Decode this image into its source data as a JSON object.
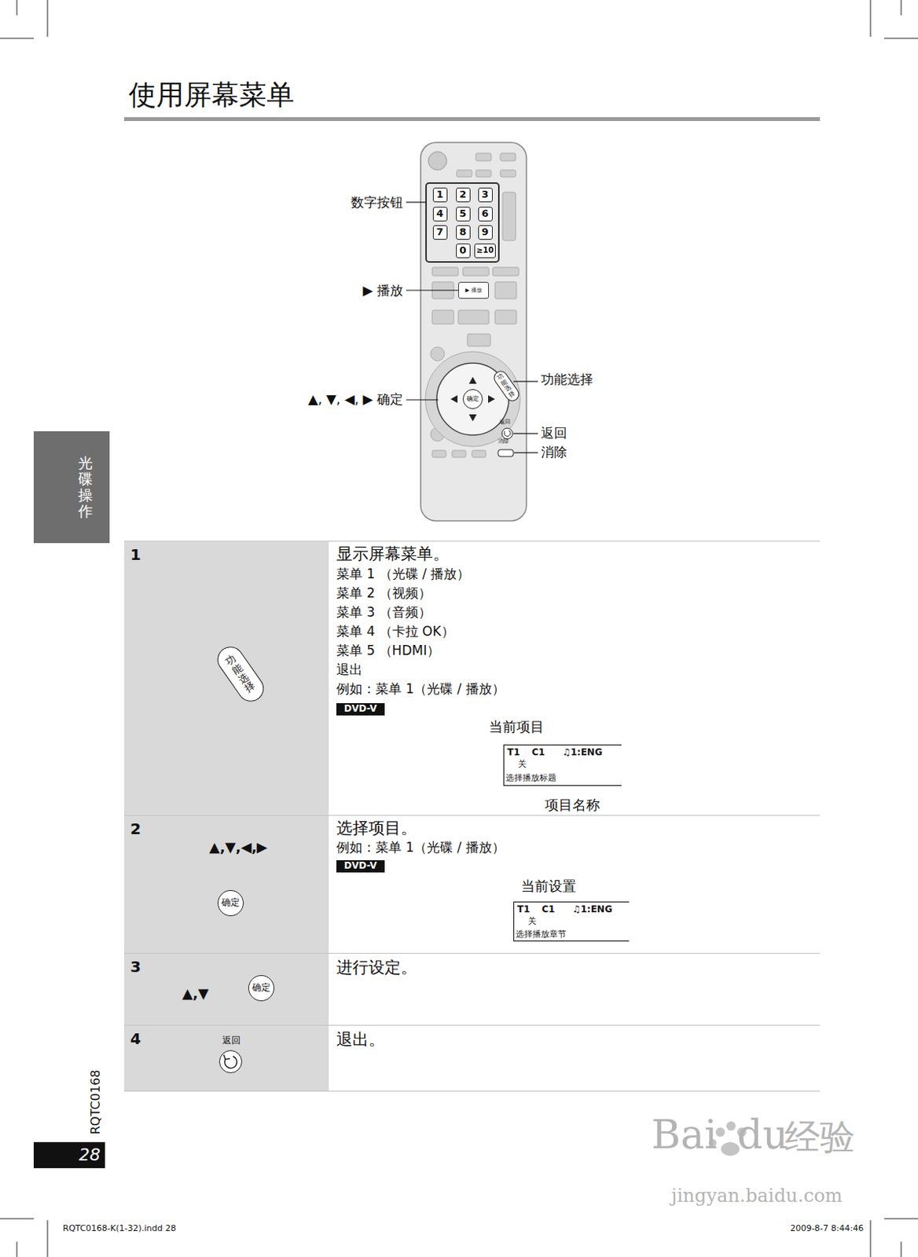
{
  "diagram": {
    "title": "使用屏幕菜单",
    "nodes": [
      {
        "text": [
          "1"
        ]
      },
      {
        "text": [
          "2"
        ]
      },
      {
        "text": [
          "3"
        ]
      },
      {
        "text": [
          "4"
        ]
      },
      {
        "text": [
          "5"
        ]
      },
      {
        "text": [
          "6"
        ]
      },
      {
        "text": [
          "7"
        ]
      },
      {
        "text": [
          "8"
        ]
      },
      {
        "text": [
          "9"
        ]
      },
      {
        "text": [
          "0"
        ]
      },
      {
        "text": [
          "≥10"
        ]
      },
      {
        "text": [
          "▶ 播放"
        ]
      },
      {
        "text": [
          "确定"
        ]
      },
      {
        "text": [
          "功能选择"
        ]
      },
      {
        "text": [
          "光碟操作"
        ]
      },
      {
        "text": [
          "1",
          "显示屏幕菜单。",
          "菜单 1 （光碟 / 播放）",
          "菜单 2 （视频）",
          "菜单 3 （音频）",
          "菜单 4 （卡拉 OK）",
          "菜单 5 （HDMI）",
          "退出",
          "例如：菜单 1（光碟 / 播放）"
        ]
      },
      {
        "text": [
          "功能选择"
        ],
        "in": 15
      },
      {
        "text": [
          "DVD-V"
        ],
        "in": 15
      },
      {
        "text": [
          "T1",
          "C1",
          "♫1:ENG",
          "关",
          "选择播放标题"
        ],
        "in": 15
      },
      {
        "text": [
          "2",
          "选择项目。",
          "例如：菜单 1（光碟 / 播放）"
        ]
      },
      {
        "text": [
          "确定"
        ],
        "in": 19
      },
      {
        "text": [
          "DVD-V"
        ],
        "in": 19
      },
      {
        "text": [
          "T1",
          "C1",
          "♫1:ENG",
          "关",
          "选择播放章节"
        ],
        "in": 19
      },
      {
        "text": [
          "3",
          "进行设定。"
        ]
      },
      {
        "text": [
          "确定"
        ],
        "in": 23
      },
      {
        "text": [
          "4",
          "退出。"
        ]
      },
      {
        "text": [
          "返回"
        ],
        "in": 25
      },
      {
        "text": [
          "28"
        ]
      }
    ],
    "labels": [
      "数字按钮",
      "▶ 播放",
      "▲, ▼, ◀, ▶ 确定",
      "功能选择",
      "返回",
      "消除",
      "返回",
      "消除",
      "当前项目",
      "项目名称",
      "当前设置",
      "▲,▼,◀,▶",
      "▲,▼",
      "RQTC0168",
      "RQTC0168-K(1-32).indd 28",
      "2009-8-7 8:44:46",
      "Bai",
      "du",
      "经验",
      "jingyan.baidu.com"
    ]
  }
}
